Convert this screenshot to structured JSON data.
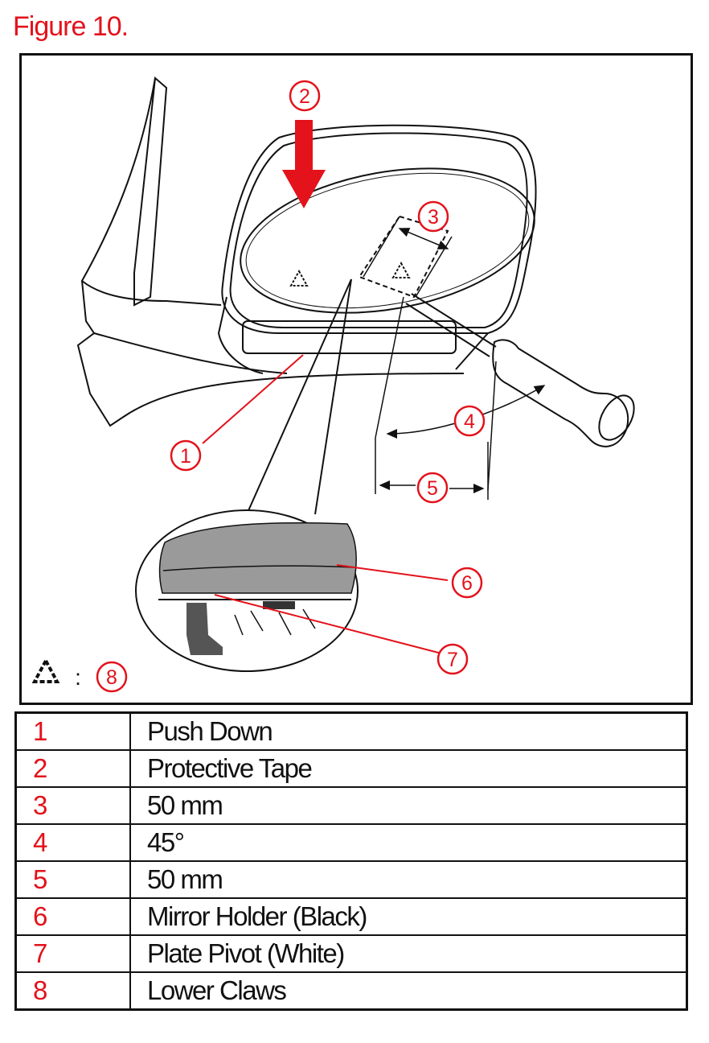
{
  "figure": {
    "title": "Figure 10."
  },
  "callouts": [
    {
      "id": 1,
      "label": "1"
    },
    {
      "id": 2,
      "label": "2"
    },
    {
      "id": 3,
      "label": "3"
    },
    {
      "id": 4,
      "label": "4"
    },
    {
      "id": 5,
      "label": "5"
    },
    {
      "id": 6,
      "label": "6"
    },
    {
      "id": 7,
      "label": "7"
    },
    {
      "id": 8,
      "label": "8"
    }
  ],
  "symbol_key": {
    "separator": ":"
  },
  "legend": {
    "rows": [
      {
        "num": "1",
        "desc": "Push Down"
      },
      {
        "num": "2",
        "desc": "Protective Tape"
      },
      {
        "num": "3",
        "desc": "50 mm"
      },
      {
        "num": "4",
        "desc": "45°"
      },
      {
        "num": "5",
        "desc": "50 mm"
      },
      {
        "num": "6",
        "desc": "Mirror Holder (Black)"
      },
      {
        "num": "7",
        "desc": "Plate Pivot (White)"
      },
      {
        "num": "8",
        "desc": "Lower Claws"
      }
    ]
  },
  "colors": {
    "accent": "#e3121b",
    "line": "#111111"
  }
}
